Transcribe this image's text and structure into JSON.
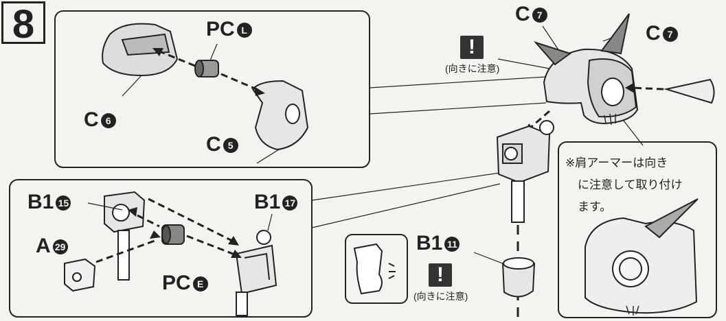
{
  "step_number": "8",
  "labels": {
    "pc_l": {
      "prefix": "PC",
      "num": "L"
    },
    "c6": {
      "prefix": "C",
      "num": "6"
    },
    "c5": {
      "prefix": "C",
      "num": "5"
    },
    "c7_top": {
      "prefix": "C",
      "num": "7"
    },
    "c7_right": {
      "prefix": "C",
      "num": "7"
    },
    "b1_15": {
      "prefix": "B1",
      "num": "15"
    },
    "b1_17": {
      "prefix": "B1",
      "num": "17"
    },
    "a29": {
      "prefix": "A",
      "num": "29"
    },
    "pc_e": {
      "prefix": "PC",
      "num": "E"
    },
    "b1_11": {
      "prefix": "B1",
      "num": "11"
    }
  },
  "warnings": [
    {
      "mark": "!",
      "text": "(向きに注意)"
    },
    {
      "mark": "!",
      "text": "(向きに注意)"
    }
  ],
  "note_lines": [
    "※肩アーマーは向き",
    "に注意して取り付け",
    "ます。"
  ]
}
